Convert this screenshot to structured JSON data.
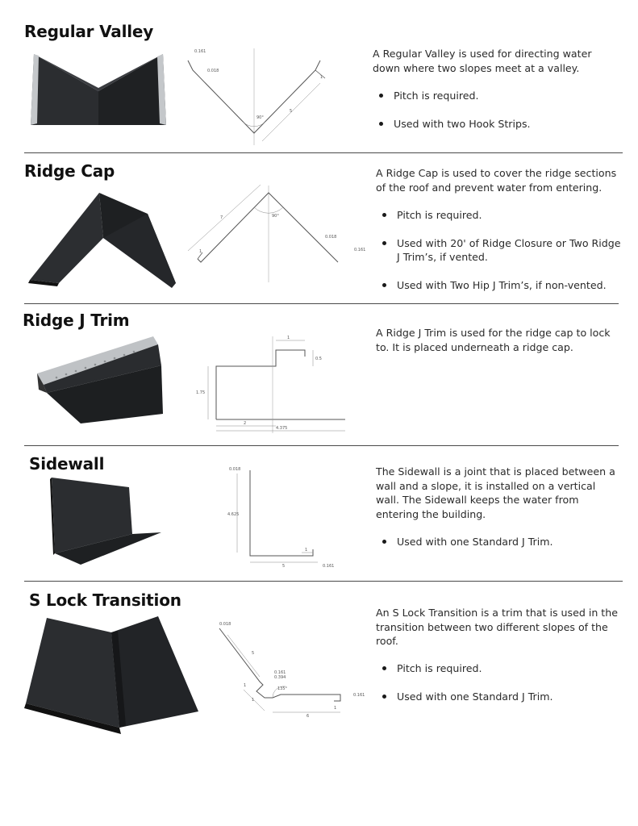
{
  "sections": [
    {
      "title": "Regular Valley",
      "description": "A Regular Valley is used for directing water down where two slopes meet at a valley.",
      "bullets": [
        "Pitch is required.",
        "Used with two Hook Strips."
      ],
      "drawing_labels": [
        "0.161",
        "0.018",
        "90°",
        "5",
        "1"
      ]
    },
    {
      "title": "Ridge Cap",
      "description": "A Ridge Cap is used to cover the ridge sections of the roof and prevent water from entering.",
      "bullets": [
        "Pitch is required.",
        "Used with 20' of Ridge Closure or Two Ridge J Trim’s, if vented.",
        "Used with Two Hip J Trim’s, if non-vented."
      ],
      "drawing_labels": [
        "7",
        "90°",
        "1",
        "0.018",
        "0.161"
      ]
    },
    {
      "title": "Ridge J Trim",
      "description": "A Ridge J Trim is used for the ridge cap to lock to. It is placed underneath a ridge cap.",
      "bullets": [],
      "drawing_labels": [
        "1",
        "0.5",
        "1.75",
        "2",
        "4.375"
      ]
    },
    {
      "title": "Sidewall",
      "description": "The Sidewall is a joint that is placed between a wall and a slope, it is installed on a vertical wall. The Sidewall keeps the water from entering the building.",
      "bullets": [
        "Used with one Standard J Trim."
      ],
      "drawing_labels": [
        "0.018",
        "4.625",
        "1",
        "5",
        "0.161"
      ]
    },
    {
      "title": "S Lock Transition",
      "description": "An S Lock Transition is a trim that is used in the transition between two different slopes of the roof.",
      "bullets": [
        "Pitch is required.",
        "Used with one Standard J Trim."
      ],
      "drawing_labels": [
        "0.018",
        "5",
        "0.161",
        "0.394",
        "1",
        "1",
        "135°",
        "0.161",
        "1",
        "6"
      ]
    }
  ],
  "colors": {
    "metal": "#2a2c2f",
    "text": "#2a2a2a",
    "divider": "#4a4a4a",
    "galvanized": "#b9bcbf"
  }
}
